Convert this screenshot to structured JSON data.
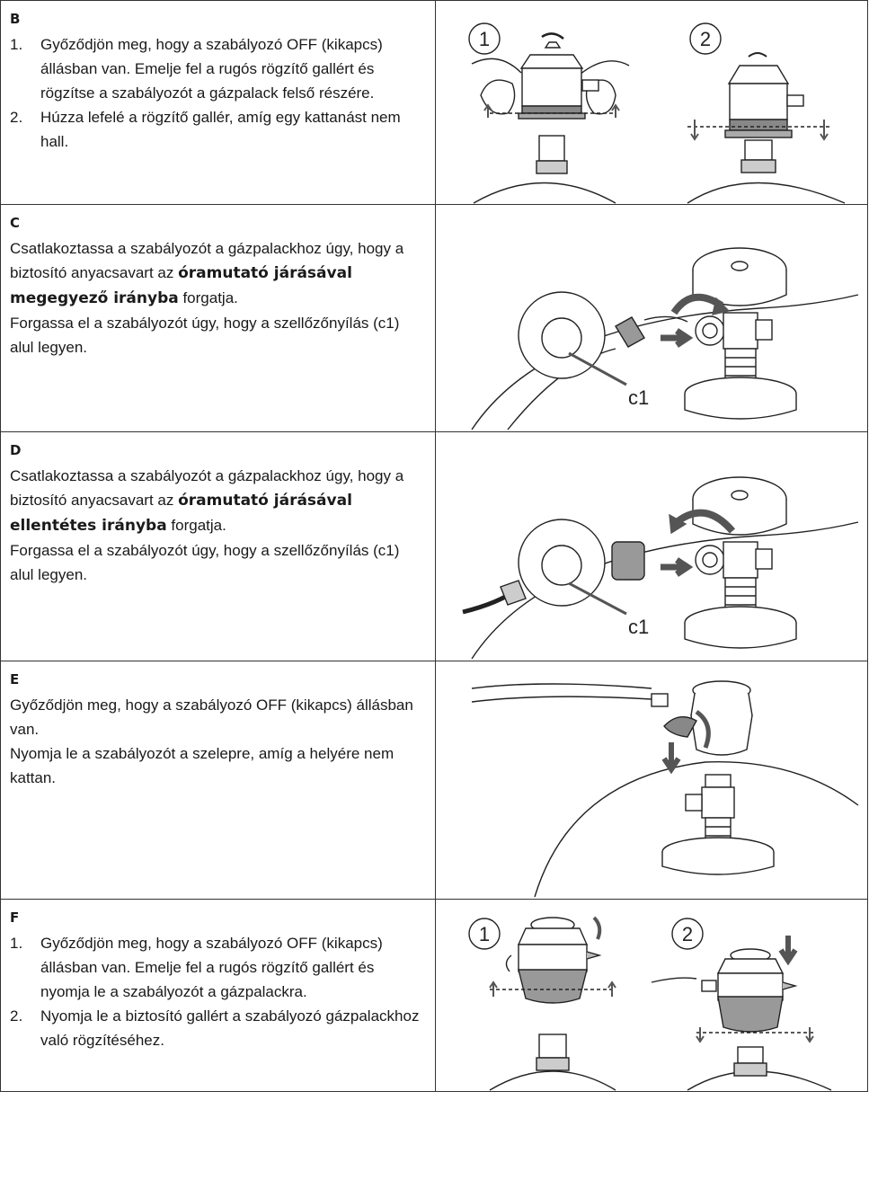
{
  "sections": {
    "b": {
      "letter": "B",
      "step1_num": "1.",
      "step1": "Győződjön meg, hogy a szabályozó OFF (kikapcs) állásban van. Emelje fel a rugós rögzítő gallért és rögzítse a szabályozót a gázpalack felső részére.",
      "step2_num": "2.",
      "step2": "Húzza lefelé a rögzítő gallér, amíg egy kattanást nem hall.",
      "fig_label_1": "1",
      "fig_label_2": "2"
    },
    "c": {
      "letter": "C",
      "text_a": "Csatlakoztassa a szabályozót a gázpalackhoz úgy, hogy a biztosító anyacsavart az ",
      "text_bold": "óramutató járásával megegyező irányba",
      "text_b": " forgatja.",
      "text_c": "Forgassa el a szabályozót úgy, hogy a szellőzőnyílás (c1) alul legyen.",
      "callout": "c1"
    },
    "d": {
      "letter": "D",
      "text_a": "Csatlakoztassa a szabályozót a gázpalackhoz úgy, hogy a biztosító anyacsavart az ",
      "text_bold": "óramutató járásával ellentétes irányba",
      "text_b": " forgatja.",
      "text_c": "Forgassa el a szabályozót úgy, hogy a szellőzőnyílás (c1) alul legyen.",
      "callout": "c1"
    },
    "e": {
      "letter": "E",
      "text_a": "Győződjön meg, hogy a szabályozó OFF (kikapcs) állásban van.",
      "text_b": "Nyomja le a szabályozót a szelepre, amíg a helyére nem kattan."
    },
    "f": {
      "letter": "F",
      "step1_num": "1.",
      "step1": "Győződjön meg, hogy a szabályozó OFF (kikapcs) állásban van. Emelje fel a rugós rögzítő gallért és nyomja le a szabályozót a gázpalackra.",
      "step2_num": "2.",
      "step2": "Nyomja le a biztosító gallért a szabályozó gázpalackhoz való rögzítéséhez.",
      "fig_label_1": "1",
      "fig_label_2": "2"
    }
  }
}
